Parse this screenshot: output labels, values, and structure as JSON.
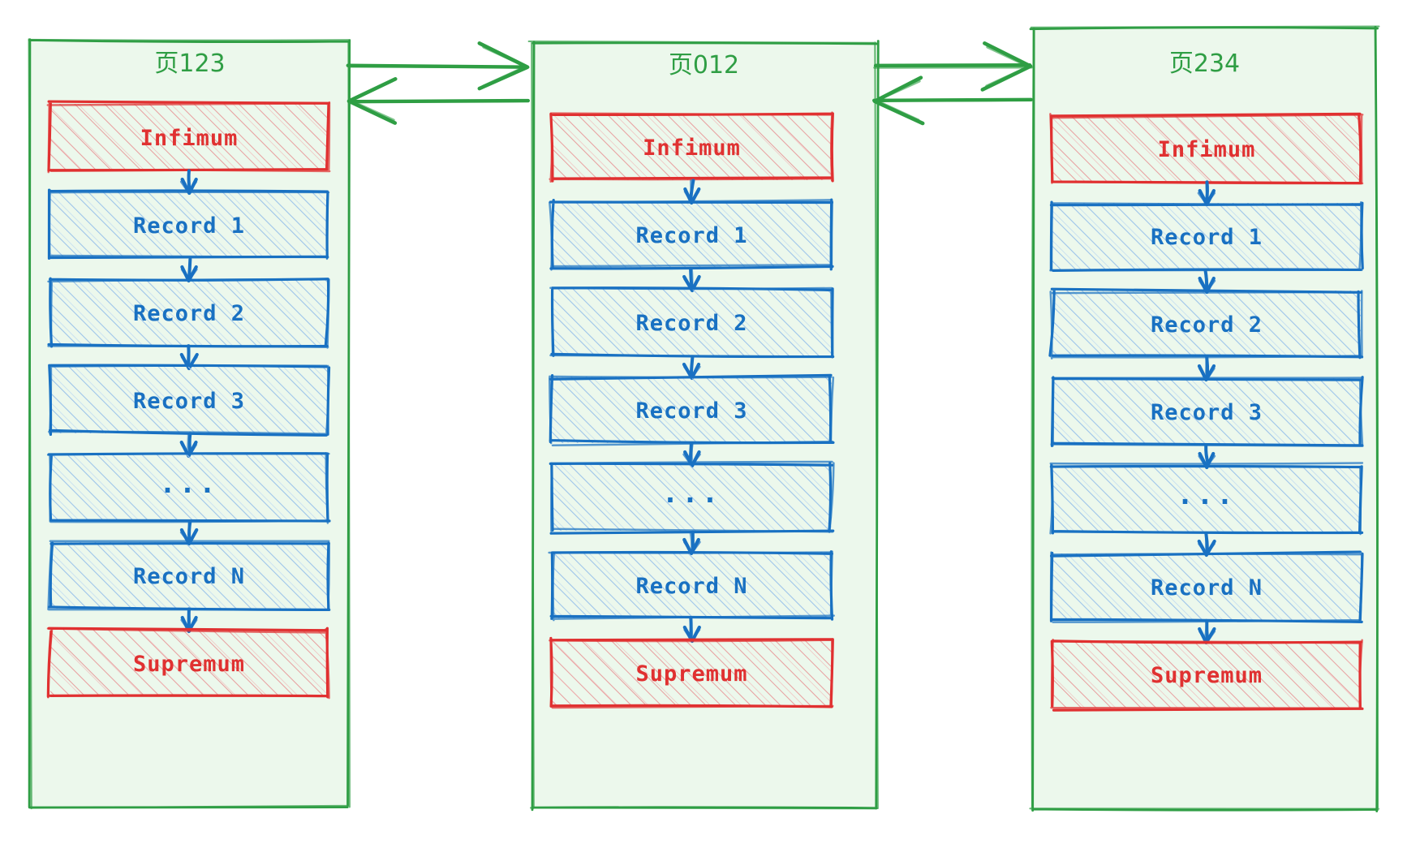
{
  "diagram": {
    "type": "linked-list-of-pages",
    "title_text_style": "hand-drawn",
    "background_color": "#ffffff"
  },
  "colors": {
    "page_stroke": "#2f9e44",
    "page_fill": "#ecf8ec",
    "boundary_stroke": "#e03131",
    "boundary_fill": "#fbe7e7",
    "record_stroke": "#1971c2",
    "record_fill": "#d7e9fb",
    "arrow_green": "#2f9e44",
    "arrow_blue": "#1971c2"
  },
  "pages": [
    {
      "id": "page-123",
      "title": "页123",
      "rows": [
        {
          "kind": "boundary",
          "label": "Infimum"
        },
        {
          "kind": "record",
          "label": "Record 1"
        },
        {
          "kind": "record",
          "label": "Record 2"
        },
        {
          "kind": "record",
          "label": "Record 3"
        },
        {
          "kind": "record",
          "label": "..."
        },
        {
          "kind": "record",
          "label": "Record N"
        },
        {
          "kind": "boundary",
          "label": "Supremum"
        }
      ]
    },
    {
      "id": "page-012",
      "title": "页012",
      "rows": [
        {
          "kind": "boundary",
          "label": "Infimum"
        },
        {
          "kind": "record",
          "label": "Record 1"
        },
        {
          "kind": "record",
          "label": "Record 2"
        },
        {
          "kind": "record",
          "label": "Record 3"
        },
        {
          "kind": "record",
          "label": "..."
        },
        {
          "kind": "record",
          "label": "Record N"
        },
        {
          "kind": "boundary",
          "label": "Supremum"
        }
      ]
    },
    {
      "id": "page-234",
      "title": "页234",
      "rows": [
        {
          "kind": "boundary",
          "label": "Infimum"
        },
        {
          "kind": "record",
          "label": "Record 1"
        },
        {
          "kind": "record",
          "label": "Record 2"
        },
        {
          "kind": "record",
          "label": "Record 3"
        },
        {
          "kind": "record",
          "label": "..."
        },
        {
          "kind": "record",
          "label": "Record N"
        },
        {
          "kind": "boundary",
          "label": "Supremum"
        }
      ]
    }
  ],
  "page_links": [
    {
      "from": "page-123",
      "to": "page-012",
      "direction": "forward"
    },
    {
      "from": "page-012",
      "to": "page-123",
      "direction": "backward"
    },
    {
      "from": "page-012",
      "to": "page-234",
      "direction": "forward"
    },
    {
      "from": "page-234",
      "to": "page-012",
      "direction": "backward"
    }
  ]
}
